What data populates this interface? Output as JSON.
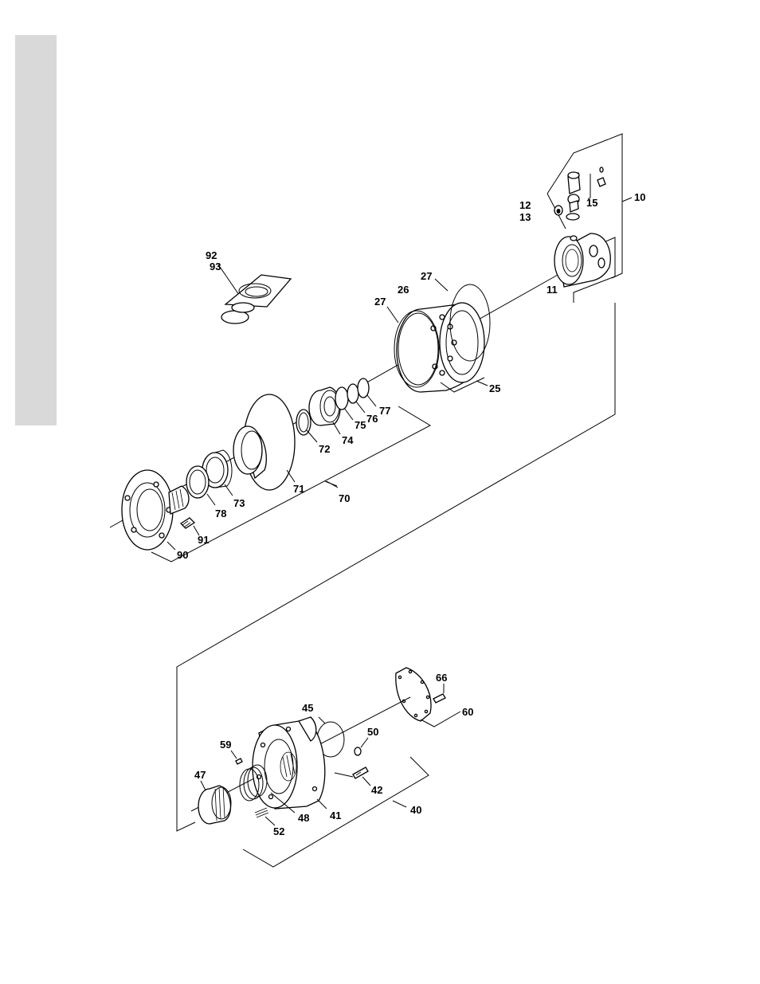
{
  "diagram": {
    "colors": {
      "line": "#000000",
      "background": "#ffffff",
      "side_tab": "#d9d9d9"
    },
    "callouts": {
      "c10": "10",
      "c11": "11",
      "c12": "12",
      "c13": "13",
      "c15": "15",
      "c92": "92",
      "c93": "93",
      "c25": "25",
      "c26": "26",
      "c27a": "27",
      "c27b": "27",
      "c70": "70",
      "c71": "71",
      "c72": "72",
      "c73": "73",
      "c74": "74",
      "c75": "75",
      "c76": "76",
      "c77": "77",
      "c78": "78",
      "c90": "90",
      "c91": "91",
      "c40": "40",
      "c41": "41",
      "c42": "42",
      "c45": "45",
      "c47": "47",
      "c48": "48",
      "c50": "50",
      "c52": "52",
      "c59": "59",
      "c60": "60",
      "c66": "66"
    }
  }
}
